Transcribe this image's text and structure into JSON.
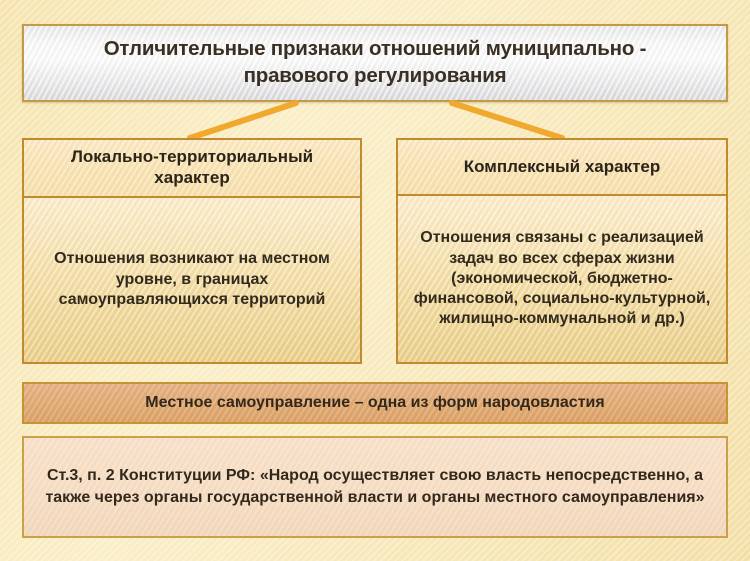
{
  "slide": {
    "title": "Отличительные признаки отношений муниципально - правового регулирования",
    "background_color": "#f7e7b6",
    "accent_color": "#c08b2e",
    "connector_color": "#f0a92e"
  },
  "branches": [
    {
      "header": "Локально-территориальный характер",
      "body": "Отношения возникают на местном уровне, в границах самоуправляющихся территорий"
    },
    {
      "header": "Комплексный характер",
      "body": "Отношения связаны с реализацией задач во всех сферах жизни (экономической, бюджетно-финансовой, социально-культурной, жилищно-коммунальной и др.)"
    }
  ],
  "statement_bar": {
    "text": "Местное самоуправление – одна из форм народовластия",
    "background_color": "#e0a971"
  },
  "quote_box": {
    "text": "Ст.3, п. 2 Конституции РФ: «Народ осуществляет свою власть непосредственно, а также через органы государственной власти и органы местного самоуправления»",
    "background_color": "#f5dcc2"
  }
}
